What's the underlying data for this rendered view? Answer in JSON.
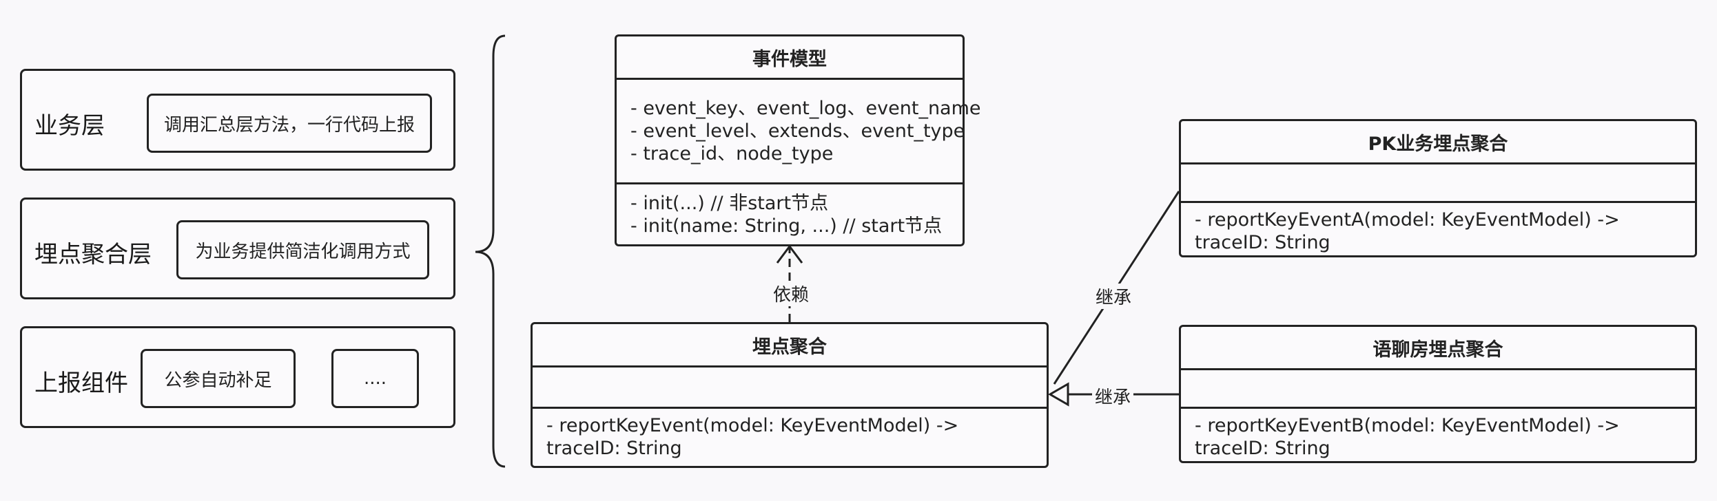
{
  "layers": {
    "business": {
      "label": "业务层",
      "items": [
        "调用汇总层方法，一行代码上报"
      ]
    },
    "aggregation": {
      "label": "埋点聚合层",
      "items": [
        "为业务提供简洁化调用方式"
      ]
    },
    "reporting": {
      "label": "上报组件",
      "items": [
        "公参自动补足",
        "...."
      ]
    }
  },
  "classes": {
    "event_model": {
      "title": "事件模型",
      "attributes": [
        "- event_key、event_log、event_name",
        "- event_level、extends、event_type",
        "- trace_id、node_type"
      ],
      "methods": [
        "- init(...)  // 非start节点",
        "- init(name: String, ...)  // start节点"
      ]
    },
    "tracking_aggregate": {
      "title": "埋点聚合",
      "methods": [
        "- reportKeyEvent(model: KeyEventModel) -> traceID: String"
      ]
    },
    "pk_aggregate": {
      "title": "PK业务埋点聚合",
      "methods": [
        "- reportKeyEventA(model: KeyEventModel) -> traceID: String"
      ]
    },
    "chatroom_aggregate": {
      "title": "语聊房埋点聚合",
      "methods": [
        "- reportKeyEventB(model: KeyEventModel) -> traceID: String"
      ]
    }
  },
  "relations": {
    "depends_label": "依赖",
    "inherit_label_pk": "继承",
    "inherit_label_chat": "继承"
  }
}
